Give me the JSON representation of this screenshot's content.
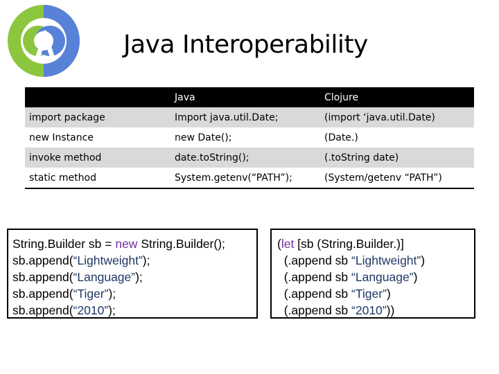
{
  "colors": {
    "logo_green": "#8cc63f",
    "logo_blue": "#5881d8",
    "keyword": "#7030a0",
    "string": "#1f3864",
    "row_shade": "#d9d9d9"
  },
  "logo": {
    "icon": "clojure-logo-icon"
  },
  "title": "Java Interoperability",
  "table": {
    "headers": [
      "",
      "Java",
      "Clojure"
    ],
    "rows": [
      [
        "import package",
        "Import java.util.Date;",
        "(import ‘java.util.Date)"
      ],
      [
        "new Instance",
        "new Date();",
        "(Date.)"
      ],
      [
        "invoke method",
        "date.toString();",
        "(.toString date)"
      ],
      [
        "static method",
        "System.getenv(“PATH”);",
        "(System/getenv “PATH”)"
      ]
    ]
  },
  "java_code": {
    "line1": {
      "a": "String.Builder sb = ",
      "kw": "new",
      "b": " String.Builder();"
    },
    "line2": {
      "a": "sb.append(",
      "s": "“Lightweight”",
      "b": ");"
    },
    "line3": {
      "a": "sb.append(",
      "s": "“Language”",
      "b": ");"
    },
    "line4": {
      "a": "sb.append(",
      "s": "“Tiger”",
      "b": ");"
    },
    "line5": {
      "a": "sb.append(",
      "s": "“2010”",
      "b": ");"
    }
  },
  "clojure_code": {
    "line1": {
      "a": "(",
      "kw": "let",
      "b": " [sb (String.Builder.)]"
    },
    "line2": {
      "a": "  (.append sb ",
      "s": "“Lightweight”",
      "b": ")"
    },
    "line3": {
      "a": "  (.append sb ",
      "s": "“Language”",
      "b": ")"
    },
    "line4": {
      "a": "  (.append sb ",
      "s": "“Tiger”",
      "b": ")"
    },
    "line5": {
      "a": "  (.append sb ",
      "s": "“2010”",
      "b": "))"
    }
  }
}
